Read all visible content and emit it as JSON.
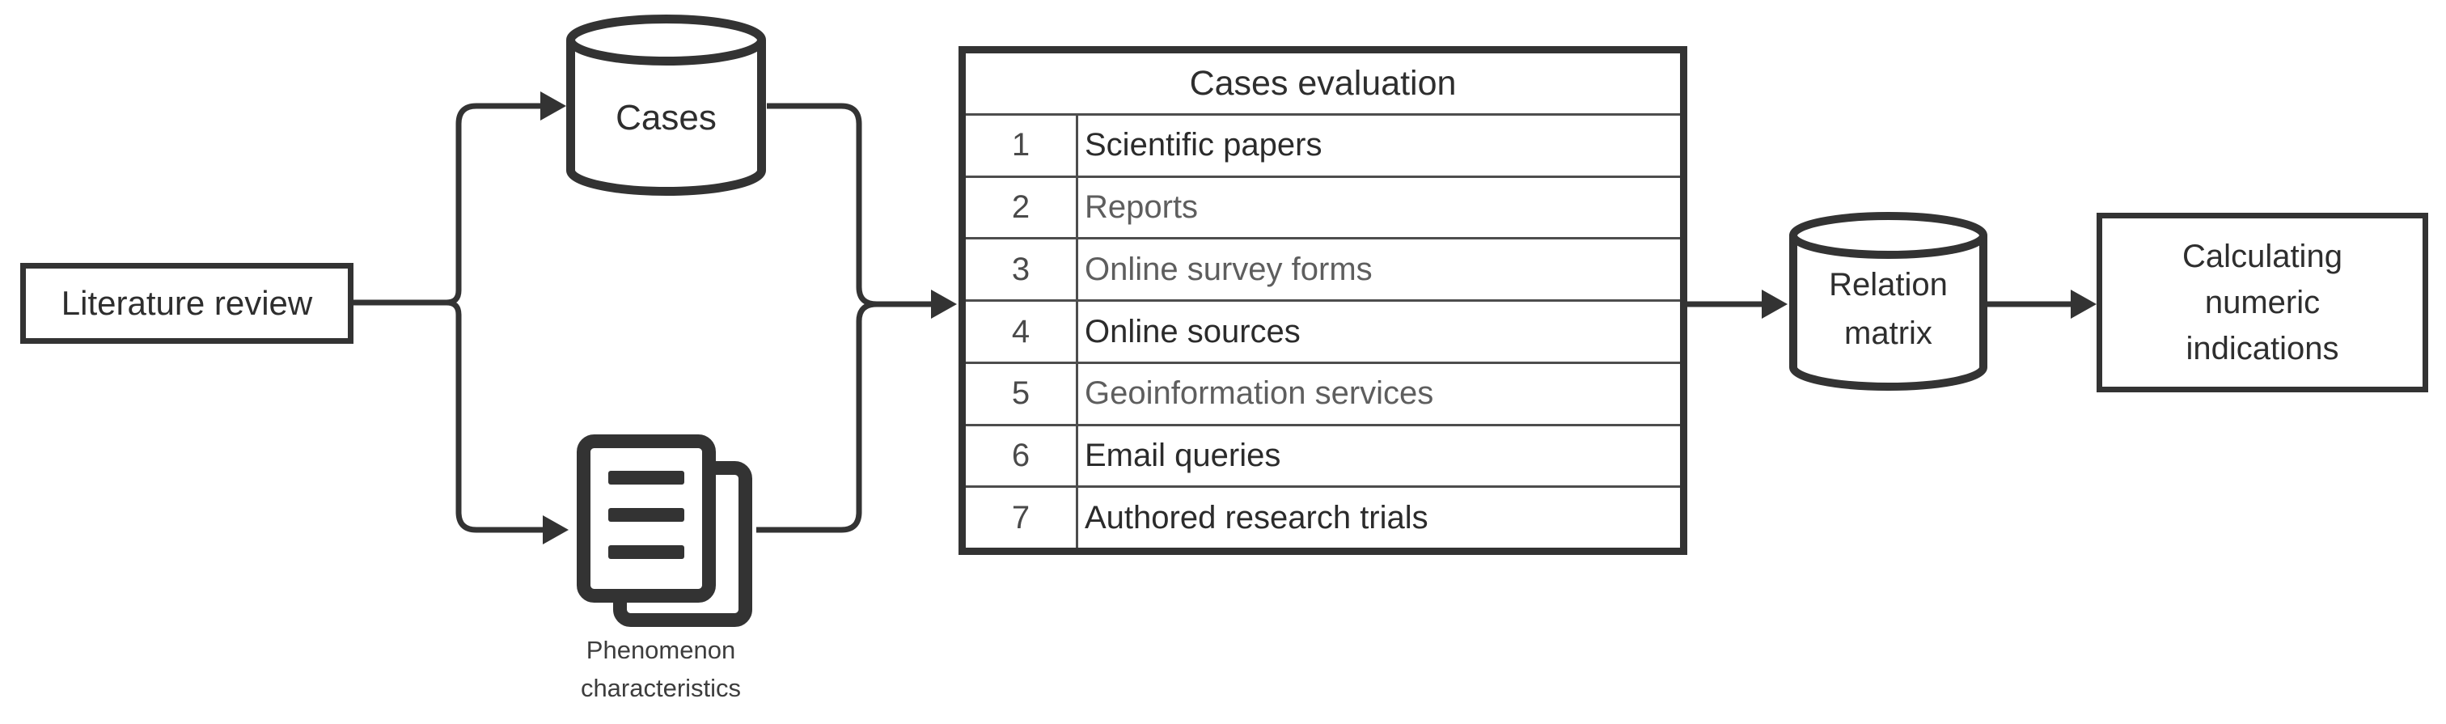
{
  "diagram": {
    "colors": {
      "stroke": "#333333",
      "text_dark": "#2b2b2b",
      "text_gray": "#5e5e5e",
      "table_line": "#4d4d4d",
      "background": "#ffffff"
    },
    "icons": {
      "cases": "database-cylinder-icon",
      "relation_matrix": "database-cylinder-icon",
      "phenomenon": "documents-icon",
      "connectors": "arrowhead-icon"
    },
    "nodes": {
      "literature_review": {
        "label": "Literature review"
      },
      "cases_db": {
        "label": "Cases"
      },
      "phenomenon_docs": {
        "label_line1": "Phenomenon",
        "label_line2": "characteristics"
      },
      "relation_matrix": {
        "label_line1": "Relation",
        "label_line2": "matrix"
      },
      "calculating": {
        "label_line1": "Calculating",
        "label_line2": "numeric",
        "label_line3": "indications"
      }
    },
    "table": {
      "title": "Cases evaluation",
      "rows": [
        {
          "num": "1",
          "label": "Scientific papers",
          "emphasis": "dark"
        },
        {
          "num": "2",
          "label": "Reports",
          "emphasis": "gray"
        },
        {
          "num": "3",
          "label": "Online survey forms",
          "emphasis": "gray"
        },
        {
          "num": "4",
          "label": "Online sources",
          "emphasis": "dark"
        },
        {
          "num": "5",
          "label": "Geoinformation services",
          "emphasis": "gray"
        },
        {
          "num": "6",
          "label": "Email queries",
          "emphasis": "dark"
        },
        {
          "num": "7",
          "label": "Authored research trials",
          "emphasis": "dark"
        }
      ]
    }
  }
}
